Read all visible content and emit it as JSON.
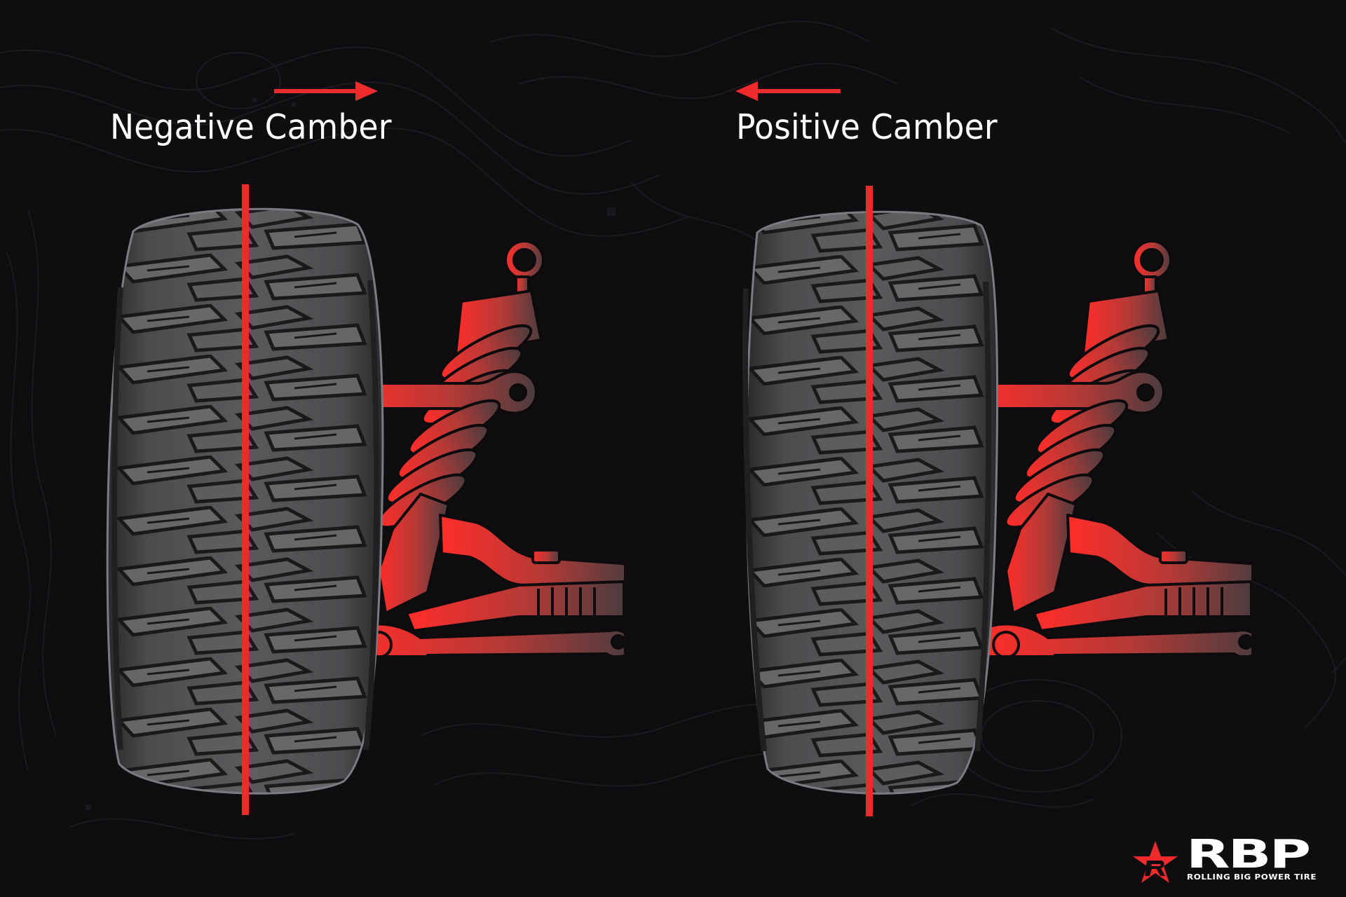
{
  "panels": [
    {
      "title": "Negative Camber",
      "arrow_direction": "right",
      "tire_tilt": "top-inward",
      "suspension_side": "right"
    },
    {
      "title": "Positive Camber",
      "arrow_direction": "left",
      "tire_tilt": "top-outward",
      "suspension_side": "right"
    }
  ],
  "logo": {
    "wordmark": "RBP",
    "tagline": "ROLLING BIG POWER TIRE",
    "icon": "star-r-icon"
  },
  "colors": {
    "background": "#0f0d10",
    "accent_red": "#ee2b2b",
    "suspension_fade": "#5a4648",
    "tire_tread": "#5b5b5d",
    "tire_dark": "#1c1c1e",
    "text": "#ffffff"
  }
}
